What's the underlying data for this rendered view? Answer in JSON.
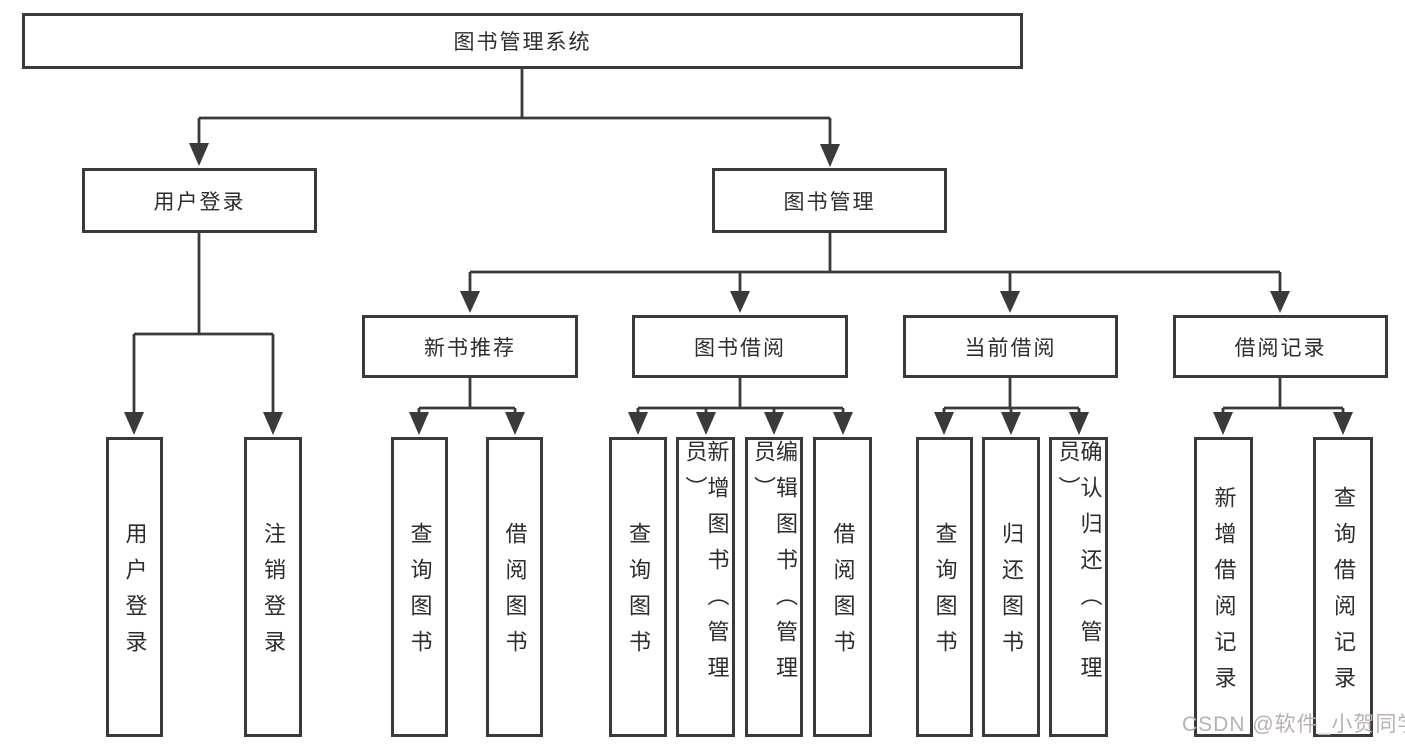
{
  "diagram": {
    "root": {
      "label": "图书管理系统"
    },
    "branches": [
      {
        "label": "用户登录",
        "children": [
          {
            "label": "用户登录"
          },
          {
            "label": "注销登录"
          }
        ]
      },
      {
        "label": "图书管理",
        "children": [
          {
            "label": "新书推荐",
            "children": [
              {
                "label": "查询图书"
              },
              {
                "label": "借阅图书"
              }
            ]
          },
          {
            "label": "图书借阅",
            "children": [
              {
                "label": "查询图书"
              },
              {
                "label": "新增图书（管理员）"
              },
              {
                "label": "编辑图书（管理员）"
              },
              {
                "label": "借阅图书"
              }
            ]
          },
          {
            "label": "当前借阅",
            "children": [
              {
                "label": "查询图书"
              },
              {
                "label": "归还图书"
              },
              {
                "label": "确认归还（管理员）"
              }
            ]
          },
          {
            "label": "借阅记录",
            "children": [
              {
                "label": "新增借阅记录"
              },
              {
                "label": "查询借阅记录"
              }
            ]
          }
        ]
      }
    ],
    "watermark": "CSDN @软件_小贺同学",
    "colors": {
      "line": "#3a3a3a",
      "text": "#2d2d2d",
      "watermark": "#b9b1b1",
      "background": "#ffffff"
    }
  }
}
